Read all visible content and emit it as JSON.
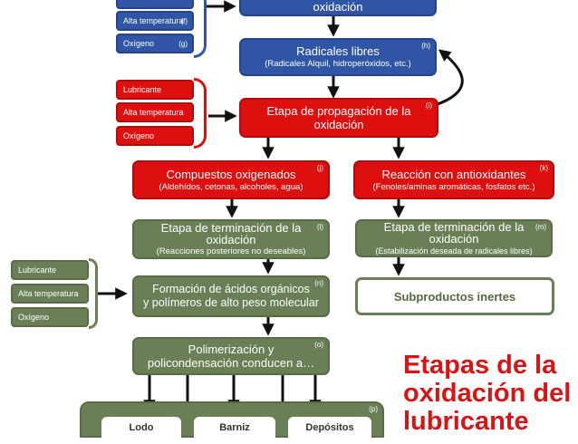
{
  "left_groups": {
    "blue": [
      {
        "label": "Alta temperatura",
        "tag": "(f)"
      },
      {
        "label": "Oxígeno",
        "tag": "(g)"
      }
    ],
    "red": [
      "Lubricante",
      "Alta temperatura",
      "Oxígeno"
    ],
    "green": [
      "Lubricante",
      "Alta temperatura",
      "Oxígeno"
    ]
  },
  "boxes": {
    "top": {
      "title": "oxidación"
    },
    "radicales": {
      "title": "Radicales libres",
      "subtitle": "(Radicales Alquil, hidroperóxidos, etc.)",
      "tag": "(h)"
    },
    "propagacion": {
      "title_1": "Etapa de propagación de la",
      "title_2": "oxidación",
      "tag": "(i)"
    },
    "compuestos": {
      "title": "Compuestos oxigenados",
      "subtitle": "(Aldehídos, cetonas, alcoholes, agua)",
      "tag": "(j)"
    },
    "antioxidantes": {
      "title": "Reacción con antioxidantes",
      "subtitle": "(Fenoles/aminas aromáticas, fosfatos etc.)",
      "tag": "(k)"
    },
    "terminacion_l": {
      "title_1": "Etapa de terminación de la",
      "title_2": "oxidación",
      "subtitle": "(Reacciones posteriores no deseables)",
      "tag": "(l)"
    },
    "terminacion_m": {
      "title_1": "Etapa de terminación de la",
      "title_2": "oxidación",
      "subtitle": "(Estabilización deseada de radicales libres)",
      "tag": "(m)"
    },
    "formacion": {
      "title_1": "Formación de ácidos orgánicos",
      "title_2": "y polímeros de alto peso molecular",
      "tag": "(n)"
    },
    "inertes": {
      "title": "Subproductos inertes"
    },
    "polimerizacion": {
      "title_1": "Polimerización y",
      "title_2": "policondensación conducen a…",
      "tag": "(o)"
    },
    "bottom": {
      "tag": "(p)",
      "items": [
        "Lodo",
        "Barniz",
        "Depósitos"
      ]
    }
  },
  "title": {
    "line_1": "Etapas de la",
    "line_2": "oxidación del",
    "line_3": "lubricante"
  },
  "colors": {
    "blue": "#2f55a4",
    "red": "#dd0f0f",
    "green": "#6b7f56",
    "title": "#d71515"
  }
}
